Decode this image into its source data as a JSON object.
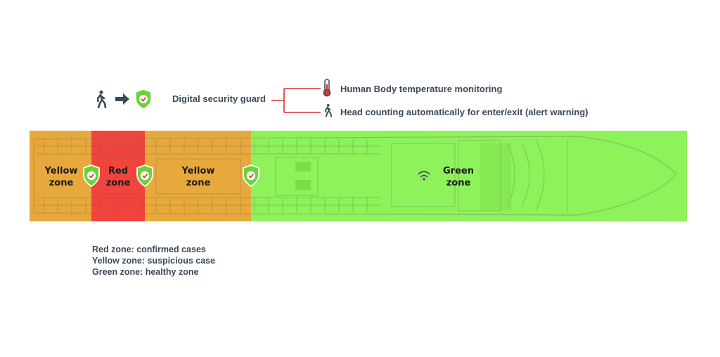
{
  "header": {
    "guard_label": "Digital security guard",
    "features": [
      {
        "icon": "thermometer-icon",
        "label": "Human Body temperature monitoring"
      },
      {
        "icon": "person-walking-icon",
        "label": "Head counting automatically for enter/exit (alert warning)"
      }
    ]
  },
  "zones": [
    {
      "name": "yellow",
      "line1": "Yellow",
      "line2": "zone"
    },
    {
      "name": "red",
      "line1": "Red",
      "line2": "zone"
    },
    {
      "name": "yellow-2",
      "line1": "Yellow",
      "line2": "zone"
    },
    {
      "name": "green",
      "line1": "Green",
      "line2": "zone"
    }
  ],
  "legend": [
    "Red zone: confirmed cases",
    "Yellow zone: suspicious case",
    "Green zone: healthy zone"
  ],
  "colors": {
    "yellow_zone": "#e8a93c",
    "red_zone": "#f2443c",
    "green_zone": "#8ef25a",
    "shield": "#6fd13a",
    "bracket": "#d8342c",
    "text": "#3a4a5a"
  }
}
